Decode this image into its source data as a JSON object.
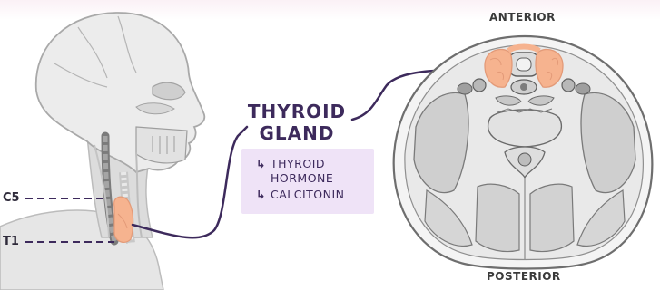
{
  "title": {
    "line1": "THYROID",
    "line2": "GLAND"
  },
  "notes": [
    {
      "arrow": "↳",
      "text": "THYROID"
    },
    {
      "arrow": "",
      "text": "HORMONE"
    },
    {
      "arrow": "↳",
      "text": "CALCITONIN"
    }
  ],
  "cross_section": {
    "anterior": "ANTERIOR",
    "posterior": "POSTERIOR"
  },
  "vertebrae": {
    "upper": "C5",
    "lower": "T1"
  },
  "colors": {
    "title": "#3d2a5c",
    "note_bg": "#efe3f7",
    "thyroid": "#f6b38f",
    "outline": "#3d2a5c",
    "tissue": "#d9d9d9"
  }
}
